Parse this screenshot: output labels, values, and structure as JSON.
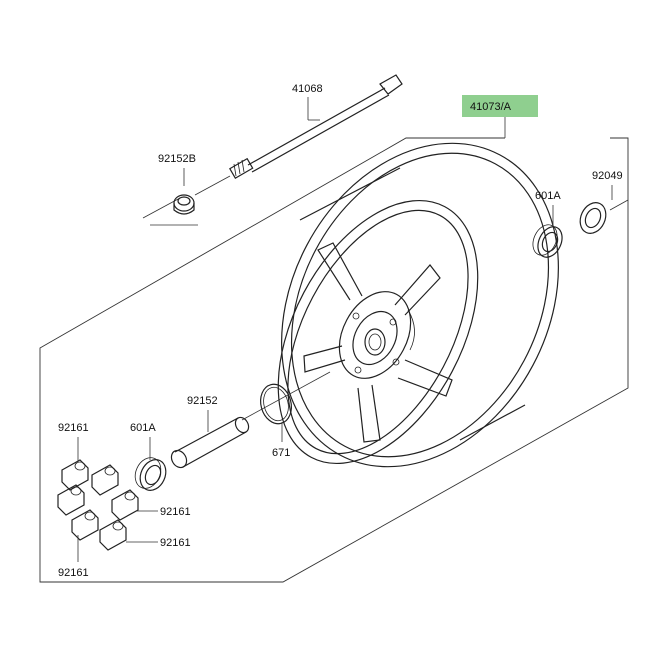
{
  "labels": {
    "axle": "41068",
    "collar_left": "92152B",
    "wheel": "41073/A",
    "oil_seal": "92049",
    "bearing_right": "601A",
    "spacer": "92152",
    "bearing_left": "601A",
    "o_ring": "671",
    "damper_top": "92161",
    "damper_mid": "92161",
    "damper_bottom_right": "92161",
    "damper_bottom_left": "92161"
  },
  "colors": {
    "highlight_box": "#8fcf8f",
    "line": "#222222"
  }
}
